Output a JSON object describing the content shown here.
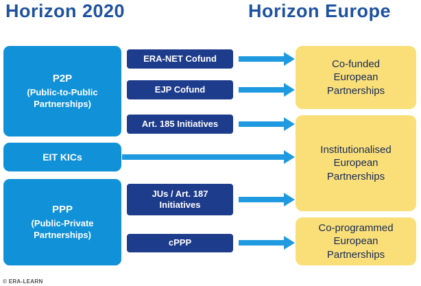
{
  "headers": {
    "h2020": "Horizon 2020",
    "heu": "Horizon Europe"
  },
  "left": {
    "p2p": {
      "title": "P2P",
      "subtitle": "(Public-to-Public\nPartnerships)"
    },
    "eit": {
      "title": "EIT KICs"
    },
    "ppp": {
      "title": "PPP",
      "subtitle": "(Public-Private\nPartnerships)"
    }
  },
  "middle": {
    "eranet": "ERA-NET Cofund",
    "ejp": "EJP Cofund",
    "art185": "Art. 185 Initiatives",
    "jus": "JUs / Art. 187\nInitiatives",
    "cppp": "cPPP"
  },
  "right": {
    "cofunded": "Co-funded\nEuropean\nPartnerships",
    "institutionalised": "Institutionalised\nEuropean\nPartnerships",
    "coprogrammed": "Co-programmed\nEuropean\nPartnerships"
  },
  "footer": {
    "copyright": "© ERA-LEARN"
  },
  "colors": {
    "bright_blue": "#1191d8",
    "navy": "#1e3c8c",
    "yellow": "#fadf79",
    "arrow": "#1f9ae0",
    "heading": "#1e52a0",
    "yellow_text": "#172a56",
    "footer_gray": "#4d4d4d"
  }
}
